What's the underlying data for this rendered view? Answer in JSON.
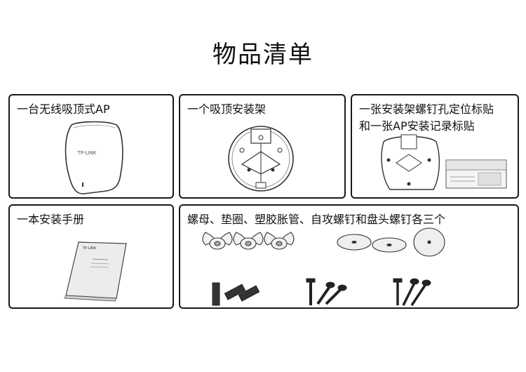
{
  "page": {
    "title": "物品清单"
  },
  "items": [
    {
      "label": "一台无线吸顶式AP",
      "device_logo": "TP-LINK"
    },
    {
      "label": "一个吸顶安装架"
    },
    {
      "label_line1": "一张安装架螺钉孔定位标贴",
      "label_line2": "和一张AP安装记录标贴"
    },
    {
      "label": "一本安装手册",
      "manual_logo": "TP-LINK"
    },
    {
      "label": "螺母、垫圈、塑胶胀管、自攻螺钉和盘头螺钉各三个"
    }
  ]
}
